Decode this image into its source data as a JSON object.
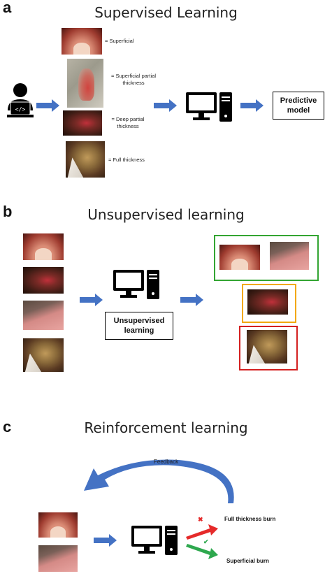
{
  "panel_a": {
    "letter": "a",
    "title": "Supervised Learning",
    "labels": [
      "= Superficial",
      "= Superficial partial thickness",
      "= Deep partial thickness",
      "= Full thickness"
    ],
    "output": "Predictive model"
  },
  "panel_b": {
    "letter": "b",
    "title": "Unsupervised learning",
    "process": "Unsupervised learning",
    "cluster_colors": {
      "green": "#33a532",
      "orange": "#f2a800",
      "red": "#d42020"
    }
  },
  "panel_c": {
    "letter": "c",
    "title": "Reinforcement learning",
    "feedback": "Feedback",
    "wrong_output": "Full thickness burn",
    "right_output": "Superficial burn",
    "wrong_mark": "✖",
    "right_mark": "✔"
  },
  "colors": {
    "arrow_blue": "#4472c4",
    "red_arrow": "#e52a2a",
    "green_arrow": "#2ea84e"
  }
}
